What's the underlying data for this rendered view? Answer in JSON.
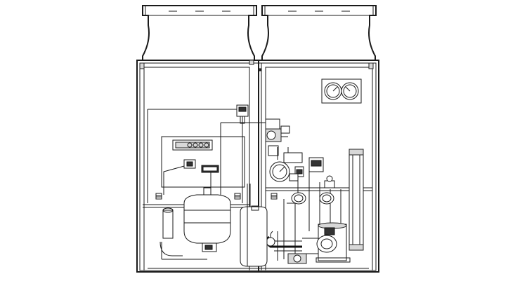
{
  "drawing": {
    "background": "#ffffff",
    "line_color": "#1a1a1a",
    "components": [
      "left-fan-guard",
      "right-fan-guard",
      "cabinet-frame",
      "pressure-gauges",
      "accumulator-tank",
      "compressor",
      "four-way-valve",
      "solenoid-valves",
      "oil-separator",
      "control-board",
      "refrigerant-piping"
    ]
  }
}
